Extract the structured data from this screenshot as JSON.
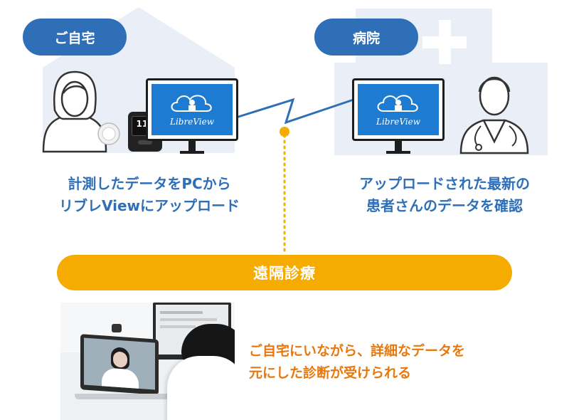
{
  "home": {
    "label": "ご自宅",
    "caption_line1": "計測したデータをPCから",
    "caption_line2": "リブレViewにアップロード"
  },
  "hospital": {
    "label": "病院",
    "caption_line1": "アップロードされた最新の",
    "caption_line2": "患者さんのデータを確認"
  },
  "software": {
    "name": "LibreView"
  },
  "reader": {
    "glucose_value": "112"
  },
  "remote": {
    "label": "遠隔診療"
  },
  "benefit": {
    "line1": "ご自宅にいながら、詳細なデータを",
    "line2": "元にした診断が受けられる"
  },
  "colors": {
    "primary_blue": "#2f6fb8",
    "bg_shape": "#e9eef7",
    "accent_orange": "#f5ab00",
    "text_orange": "#e8780d"
  },
  "icons": [
    "house-silhouette",
    "hospital-silhouette",
    "patient-icon",
    "doctor-icon",
    "sensor-icon",
    "reader-device-icon",
    "monitor-icon",
    "cloud-icon",
    "photo-telemedicine"
  ]
}
